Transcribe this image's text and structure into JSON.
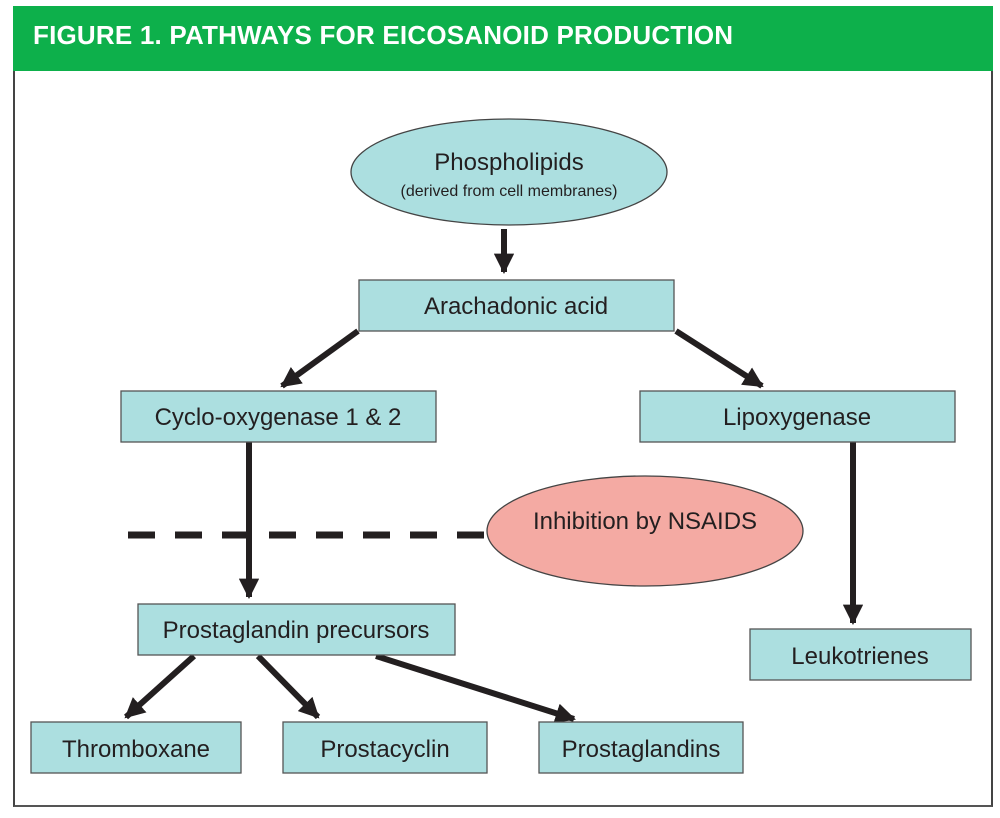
{
  "header": {
    "title": "FIGURE 1. PATHWAYS FOR EICOSANOID PRODUCTION"
  },
  "colors": {
    "header_bg": "#0db04b",
    "node_fill": "#acdfe0",
    "inhibit_fill": "#f4aaa3",
    "arrow": "#231f20"
  },
  "nodes": {
    "phospholipids": {
      "label": "Phospholipids",
      "sublabel": "(derived from cell membranes)"
    },
    "arachadonic": {
      "label": "Arachadonic acid"
    },
    "cox": {
      "label": "Cyclo-oxygenase 1 & 2"
    },
    "lipox": {
      "label": "Lipoxygenase"
    },
    "inhibition": {
      "label": "Inhibition by NSAIDS"
    },
    "pg_precursors": {
      "label": "Prostaglandin precursors"
    },
    "leukotrienes": {
      "label": "Leukotrienes"
    },
    "thromboxane": {
      "label": "Thromboxane"
    },
    "prostacyclin": {
      "label": "Prostacyclin"
    },
    "prostaglandins": {
      "label": "Prostaglandins"
    }
  },
  "edges": [
    {
      "from": "phospholipids",
      "to": "arachadonic"
    },
    {
      "from": "arachadonic",
      "to": "cox"
    },
    {
      "from": "arachadonic",
      "to": "lipox"
    },
    {
      "from": "cox",
      "to": "pg_precursors"
    },
    {
      "from": "lipox",
      "to": "leukotrienes"
    },
    {
      "from": "pg_precursors",
      "to": "thromboxane"
    },
    {
      "from": "pg_precursors",
      "to": "prostacyclin"
    },
    {
      "from": "pg_precursors",
      "to": "prostaglandins"
    },
    {
      "from": "inhibition",
      "to": "cox-pathway",
      "style": "dashed"
    }
  ]
}
